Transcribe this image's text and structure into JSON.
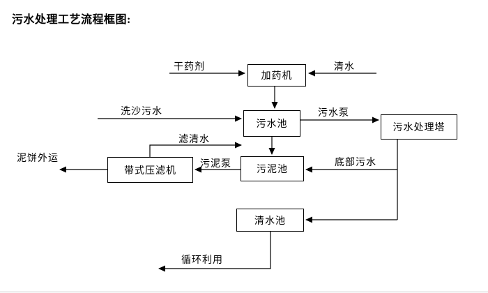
{
  "title": "污水处理工艺流程框图:",
  "nodes": {
    "dosing_machine": "加药机",
    "sewage_pool": "污水池",
    "treatment_tower": "污水处理塔",
    "sludge_pool": "污泥池",
    "belt_filter_press": "带式压滤机",
    "clear_water_pool": "清水池"
  },
  "edge_labels": {
    "dry_agent": "干药剂",
    "clear_water": "清水",
    "sand_washing_sewage": "洗沙污水",
    "sewage_pump": "污水泵",
    "filtered_water": "滤清水",
    "sludge_pump": "污泥泵",
    "bottom_sewage": "底部污水",
    "mud_cake_out": "泥饼外运",
    "recycle": "循环利用"
  },
  "colors": {
    "line": "#000000",
    "background": "#ffffff",
    "text": "#000000"
  }
}
